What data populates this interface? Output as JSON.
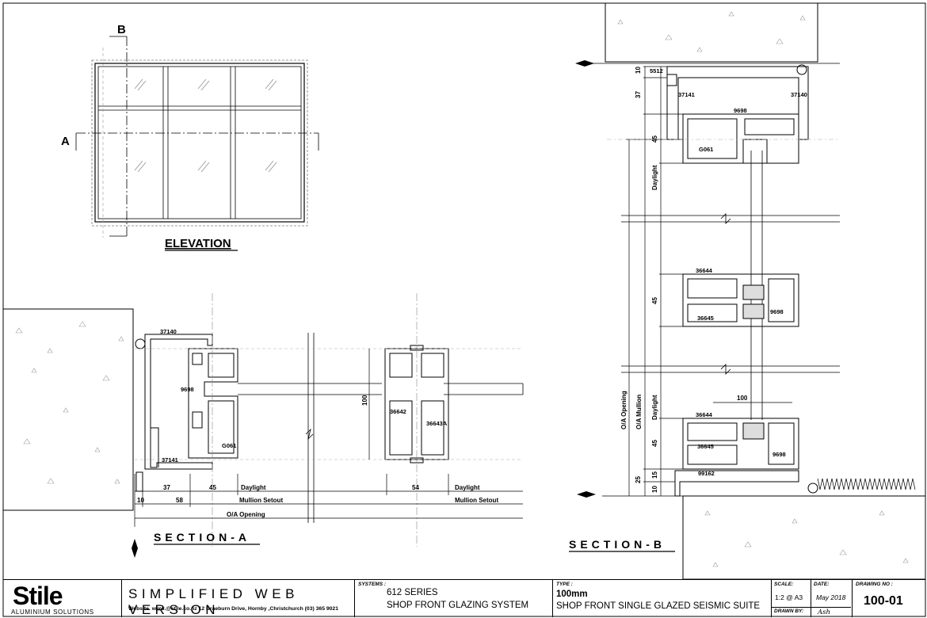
{
  "drawing": {
    "elevation_title": "ELEVATION",
    "section_a_title": "SECTION-A",
    "section_b_title": "SECTION-B",
    "marker_a": "A",
    "marker_b": "B",
    "section_a_labels": {
      "p37140": "37140",
      "p9698": "9698",
      "pG061": "G061",
      "p37141": "37141",
      "p36642": "36642",
      "p36643A": "36643A",
      "d100": "100",
      "d37": "37",
      "d45": "45",
      "d10": "10",
      "d58": "58",
      "d54": "54",
      "daylight_1": "Daylight",
      "daylight_2": "Daylight",
      "mullion_setout_1": "Mullion Setout",
      "mullion_setout_2": "Mullion Setout",
      "oa_opening": "O/A Opening"
    },
    "section_b_labels": {
      "p5512": "5512",
      "p37141": "37141",
      "p37140": "37140",
      "p9698_top": "9698",
      "pG061": "G061",
      "p36644_mid": "36644",
      "p36645_mid": "36645",
      "p9698_mid": "9698",
      "p36644_bot": "36644",
      "p36645_bot": "36645",
      "p9698_bot": "9698",
      "p99162": "99162",
      "d10_top": "10",
      "d37": "37",
      "d45_top": "45",
      "daylight_top": "Daylight",
      "d45_mid": "45",
      "d100": "100",
      "oa_opening": "O/A Opening",
      "oa_mullion": "O/A Mullion",
      "daylight_bot": "Daylight",
      "d45_bot": "45",
      "d25": "25",
      "d15": "15",
      "d10_bot": "10"
    }
  },
  "titleblock": {
    "logo": "Stile",
    "logo_sub": "ALUMINIUM SOLUTIONS",
    "web_title": "SIMPLIFIED WEB VERSION",
    "contact": "Website. www.@stile.co.nz   12 Braeburn Drive, Hornby ,Christchurch (03) 365 9021",
    "systems_label": "SYSTEMS :",
    "systems_line1": "612 SERIES",
    "systems_line2": "SHOP FRONT GLAZING SYSTEM",
    "type_label": "TYPE :",
    "type_line1": "100mm",
    "type_line2": "SHOP FRONT SINGLE GLAZED SEISMIC SUITE",
    "scale_label": "SCALE:",
    "scale_value": "1:2 @ A3",
    "date_label": "DATE:",
    "date_value": "May 2018",
    "drawn_label": "DRAWN BY:",
    "drawn_value": "Ash",
    "drawing_no_label": "DRAWING NO :",
    "drawing_no_value": "100-01"
  }
}
